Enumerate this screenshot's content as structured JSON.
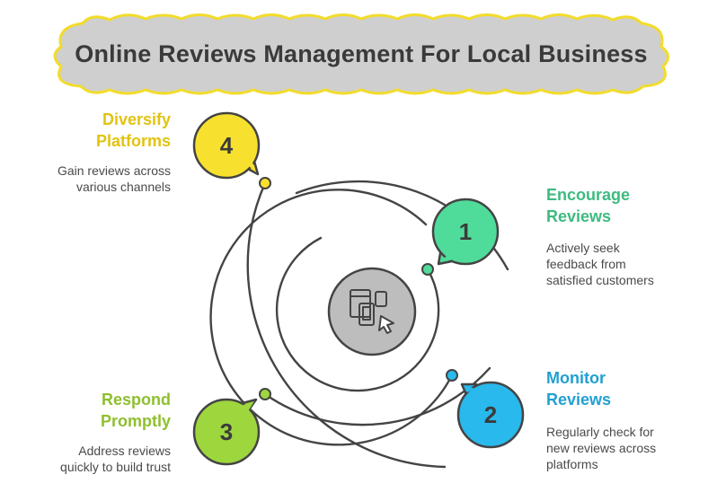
{
  "title": "Online Reviews Management For Local Business",
  "steps": [
    {
      "number": "1",
      "title": "Encourage Reviews",
      "title_lines": [
        "Encourage",
        "Reviews"
      ],
      "description_lines": [
        "Actively seek",
        "feedback from",
        "satisfied customers"
      ],
      "color": "#4fdc9a"
    },
    {
      "number": "2",
      "title": "Monitor Reviews",
      "title_lines": [
        "Monitor",
        "Reviews"
      ],
      "description_lines": [
        "Regularly check for",
        "new reviews across",
        "platforms"
      ],
      "color": "#29b9ec"
    },
    {
      "number": "3",
      "title": "Respond Promptly",
      "title_lines": [
        "Respond",
        "Promptly"
      ],
      "description_lines": [
        "Address reviews",
        "quickly to build trust"
      ],
      "color": "#9ed63e"
    },
    {
      "number": "4",
      "title": "Diversify Platforms",
      "title_lines": [
        "Diversify",
        "Platforms"
      ],
      "description_lines": [
        "Gain reviews across",
        "various channels"
      ],
      "color": "#f8e12e"
    }
  ],
  "center_icon": "devices-cursor-icon",
  "colors": {
    "banner": "#cfcfcf",
    "banner_border": "#f2dc2a",
    "line": "#444444",
    "center": "#bdbdbd"
  }
}
